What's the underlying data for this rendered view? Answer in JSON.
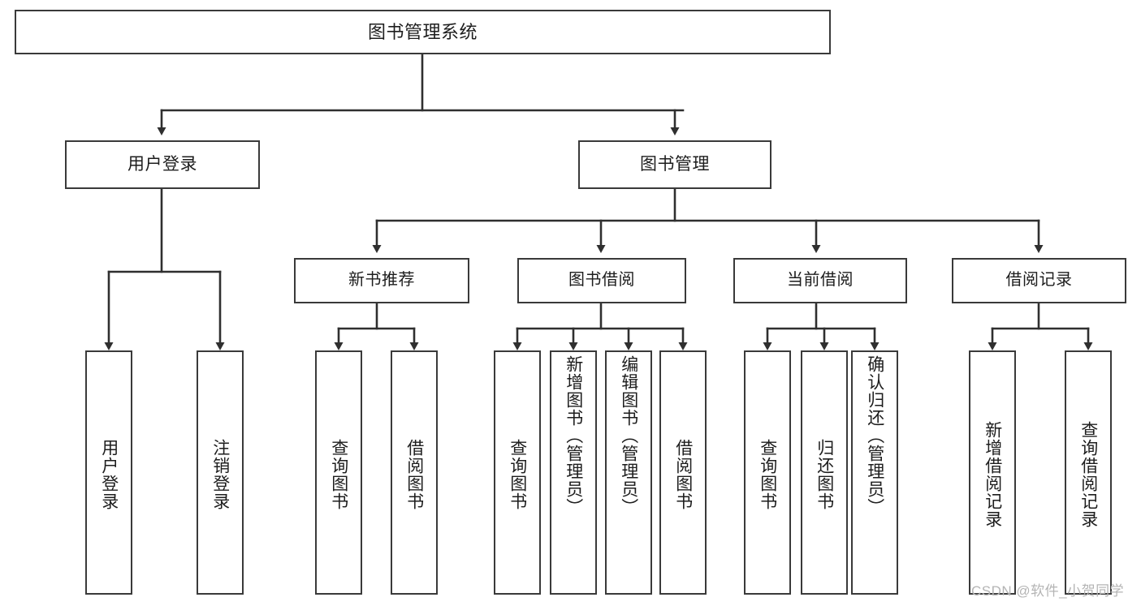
{
  "diagram": {
    "title": "图书管理系统",
    "type": "functional-structure-tree",
    "watermark": "CSDN @软件_小贺同学",
    "colors": {
      "box_border": "#3a3a3a",
      "box_fill": "#ffffff",
      "connector": "#2f2f2f",
      "text": "#1d1d1d",
      "watermark": "#b4b4b4",
      "background": "#ffffff"
    }
  },
  "nodes": {
    "root": {
      "label": "图书管理系统"
    },
    "level2": [
      {
        "id": "user-login",
        "label": "用户登录"
      },
      {
        "id": "book-manage",
        "label": "图书管理"
      }
    ],
    "level3": [
      {
        "id": "new-book-recommend",
        "label": "新书推荐"
      },
      {
        "id": "book-borrow",
        "label": "图书借阅"
      },
      {
        "id": "current-borrow",
        "label": "当前借阅"
      },
      {
        "id": "borrow-record",
        "label": "借阅记录"
      }
    ],
    "leaves": {
      "user-login": [
        {
          "id": "leaf-user-login",
          "label": "用户登录"
        },
        {
          "id": "leaf-logout-login",
          "label": "注销登录"
        }
      ],
      "new-book-recommend": [
        {
          "id": "leaf-query-book-1",
          "label": "查询图书"
        },
        {
          "id": "leaf-borrow-book-1",
          "label": "借阅图书"
        }
      ],
      "book-borrow": [
        {
          "id": "leaf-query-book-2",
          "label": "查询图书"
        },
        {
          "id": "leaf-add-book",
          "label": "新增图书（管理员）"
        },
        {
          "id": "leaf-edit-book",
          "label": "编辑图书（管理员）"
        },
        {
          "id": "leaf-borrow-book-2",
          "label": "借阅图书"
        }
      ],
      "current-borrow": [
        {
          "id": "leaf-query-book-3",
          "label": "查询图书"
        },
        {
          "id": "leaf-return-book",
          "label": "归还图书"
        },
        {
          "id": "leaf-confirm-return",
          "label": "确认归还（管理员）"
        }
      ],
      "borrow-record": [
        {
          "id": "leaf-add-record",
          "label": "新增借阅记录"
        },
        {
          "id": "leaf-query-record",
          "label": "查询借阅记录"
        }
      ]
    }
  }
}
